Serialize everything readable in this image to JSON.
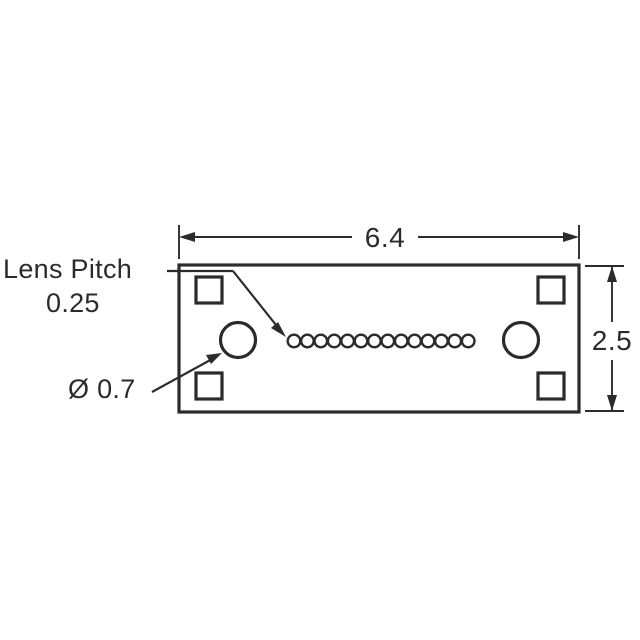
{
  "drawing": {
    "type": "mechanical-package-outline",
    "title": "",
    "units": "mm",
    "background_color": "#ffffff",
    "line_color": "#2b2b2b"
  },
  "dimensions": {
    "width": {
      "value": "6.4",
      "label": "6.4",
      "orientation": "horizontal",
      "position": "top"
    },
    "height": {
      "value": "2.5",
      "label": "2.5",
      "orientation": "vertical",
      "position": "right"
    }
  },
  "callouts": {
    "lens_pitch": {
      "line1": "Lens Pitch",
      "line2": "0.25",
      "points_to": "lens-array"
    },
    "hole_diameter": {
      "label": "Ø 0.7",
      "points_to": "mounting-hole-left"
    }
  },
  "features": {
    "body": {
      "name": "package-body",
      "shape": "rectangle"
    },
    "square_pads": {
      "count": 4,
      "name": "square-pad"
    },
    "round_holes": {
      "count": 2,
      "name": "mounting-hole",
      "diameter": "0.7"
    },
    "lens_array": {
      "count": 14,
      "name": "lens-element",
      "pitch": "0.25"
    }
  }
}
